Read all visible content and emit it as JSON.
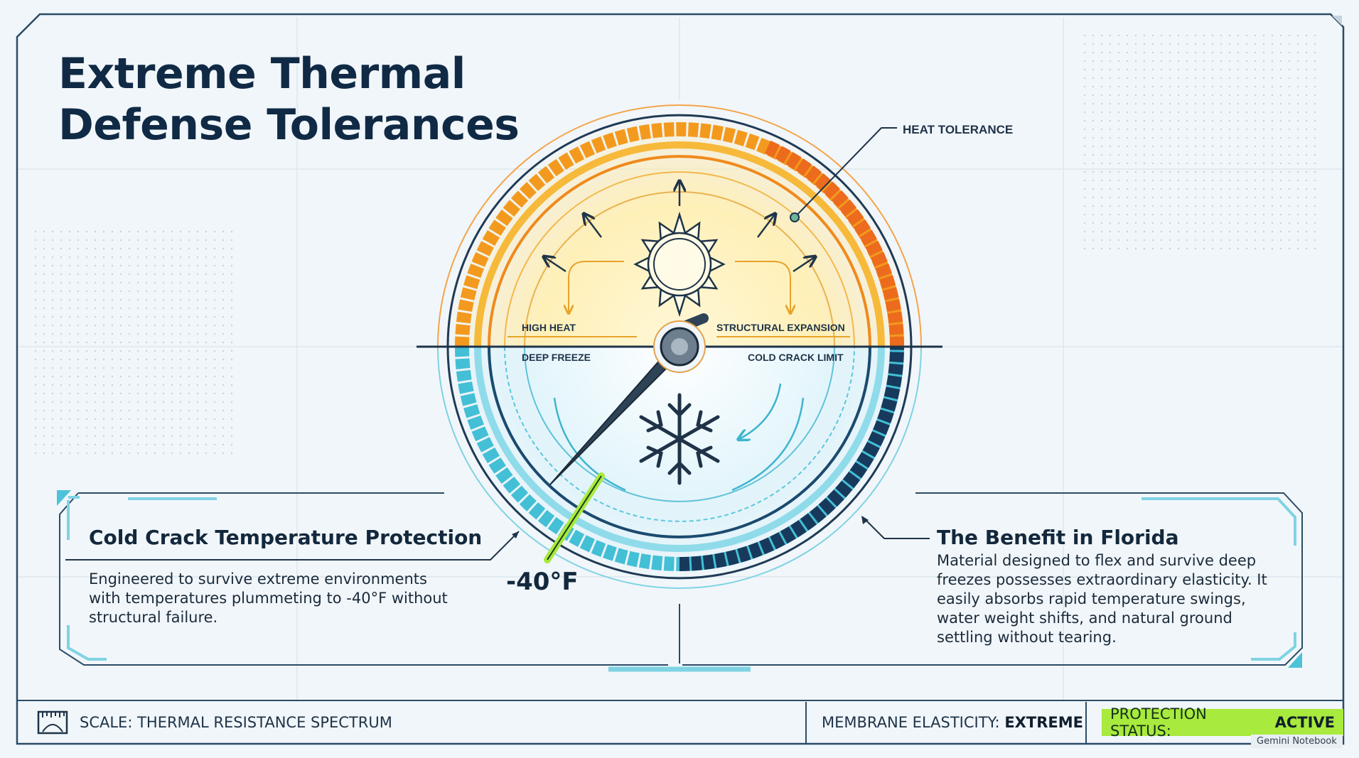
{
  "title": {
    "line1": "Extreme Thermal",
    "line2": "Defense Tolerances"
  },
  "gauge": {
    "heat_tolerance": "HEAT TOLERANCE",
    "high_heat": "HIGH HEAT",
    "structural_expansion": "STRUCTURAL EXPANSION",
    "deep_freeze": "DEEP FREEZE",
    "cold_crack_limit": "COLD CRACK LIMIT",
    "needle_reading": "-40°F",
    "needle_fraction": 0.37
  },
  "left_card": {
    "title": "Cold Crack Temperature Protection",
    "body": "Engineered to survive extreme environments with temperatures plummeting to -40°F without structural failure."
  },
  "right_card": {
    "title": "The Benefit in Florida",
    "body": "Material designed to flex and survive deep freezes possesses extraordinary elasticity. It easily absorbs rapid temperature swings, water weight shifts, and natural ground settling without tearing."
  },
  "footer": {
    "scale": "SCALE: THERMAL RESISTANCE SPECTRUM",
    "elasticity_label": "MEMBRANE ELASTICITY:",
    "elasticity_value": "EXTREME",
    "status_label": "PROTECTION STATUS:",
    "status_value": "ACTIVE"
  },
  "watermark": "Gemini Notebook",
  "colors": {
    "heat_outer": "#f08a1c",
    "heat_inner": "#f7b733",
    "cold_light": "#4cc3d9",
    "cold_dark": "#173a5c",
    "accent_green": "#a8ea3d",
    "frame": "#2b4b66"
  }
}
